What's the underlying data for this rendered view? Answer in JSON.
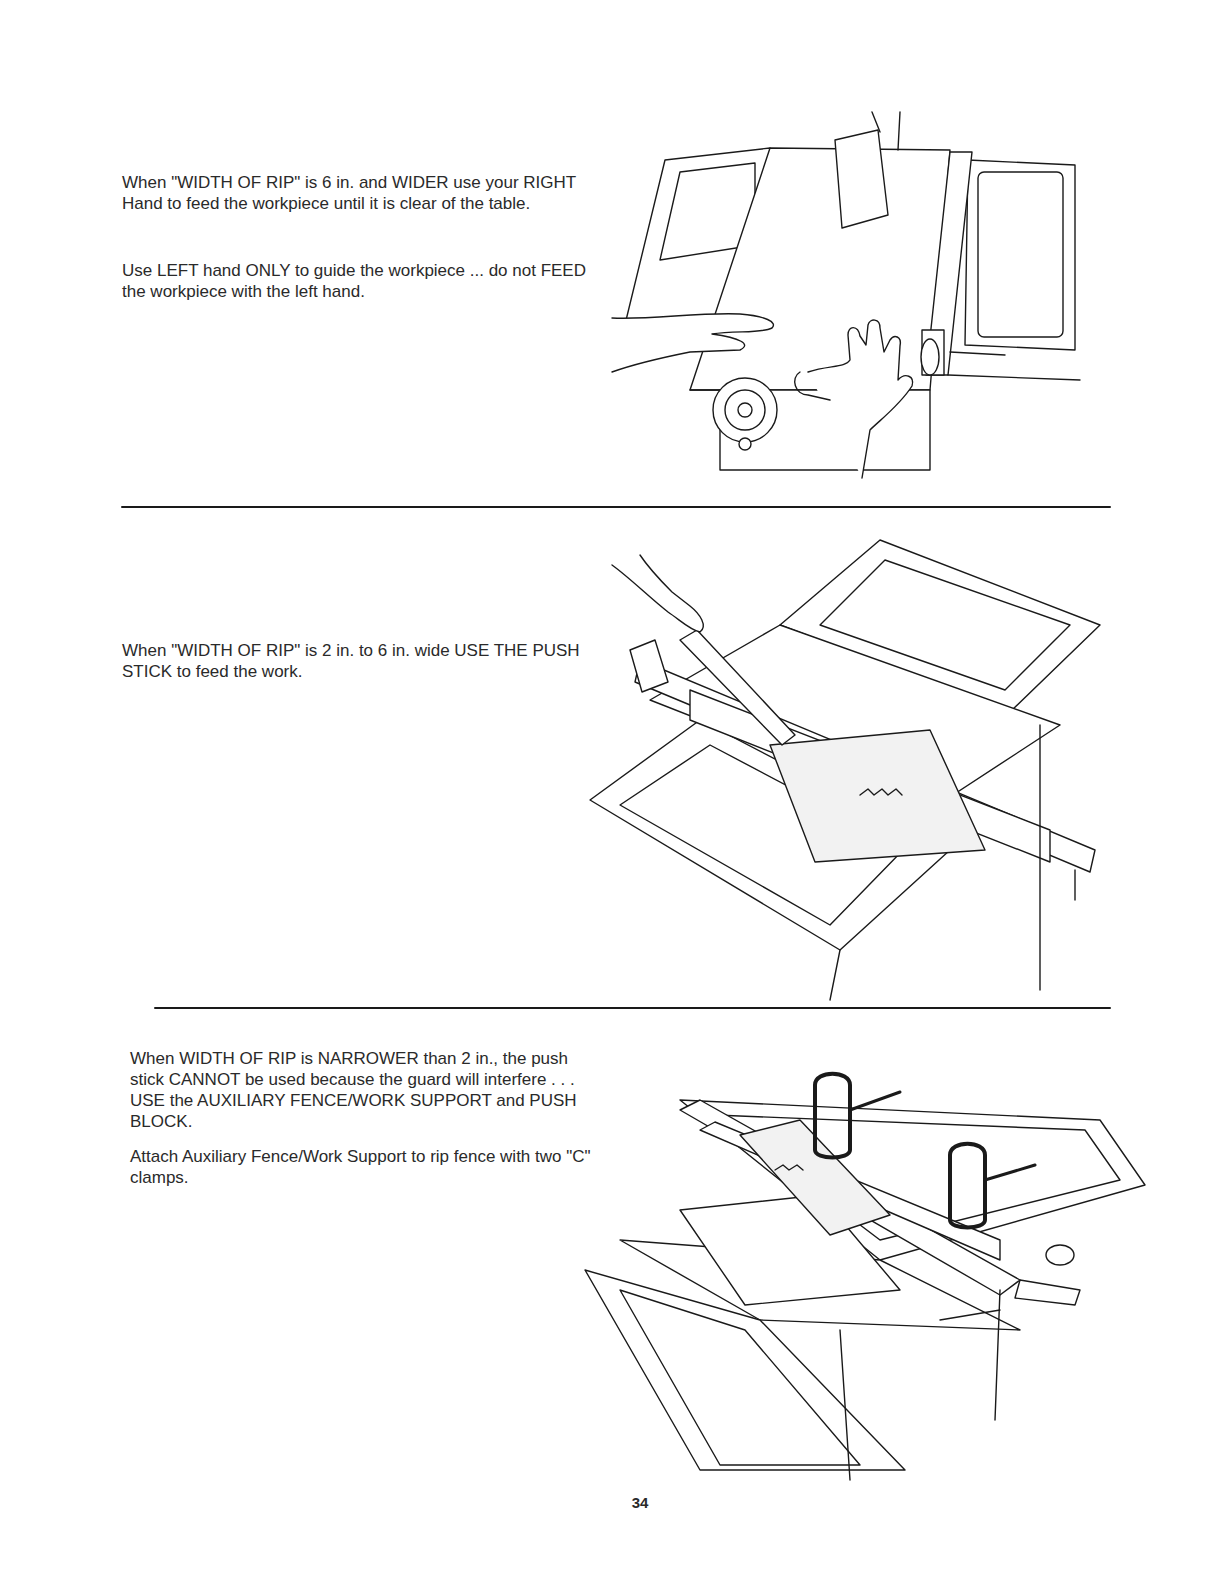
{
  "diagram": {
    "labels": [
      "When \"WIDTH OF RIP\" is 6 in. and WIDER use your RIGHT Hand to feed the workpiece until it is clear of the table.",
      "Use LEFT hand ONLY to guide the workpiece ... do not FEED the workpiece with the left hand.",
      "When \"WIDTH OF RIP\" is 2 in. to 6 in. wide USE THE PUSH STICK to feed the work.",
      "When WIDTH OF RIP is NARROWER than 2 in., the push stick CANNOT be used because the guard will interfere . . . USE the AUXILIARY FENCE/WORK SUPPORT and PUSH BLOCK.",
      "Attach Auxiliary Fence/Work Support to rip fence with two \"C\" clamps.",
      "34"
    ]
  }
}
